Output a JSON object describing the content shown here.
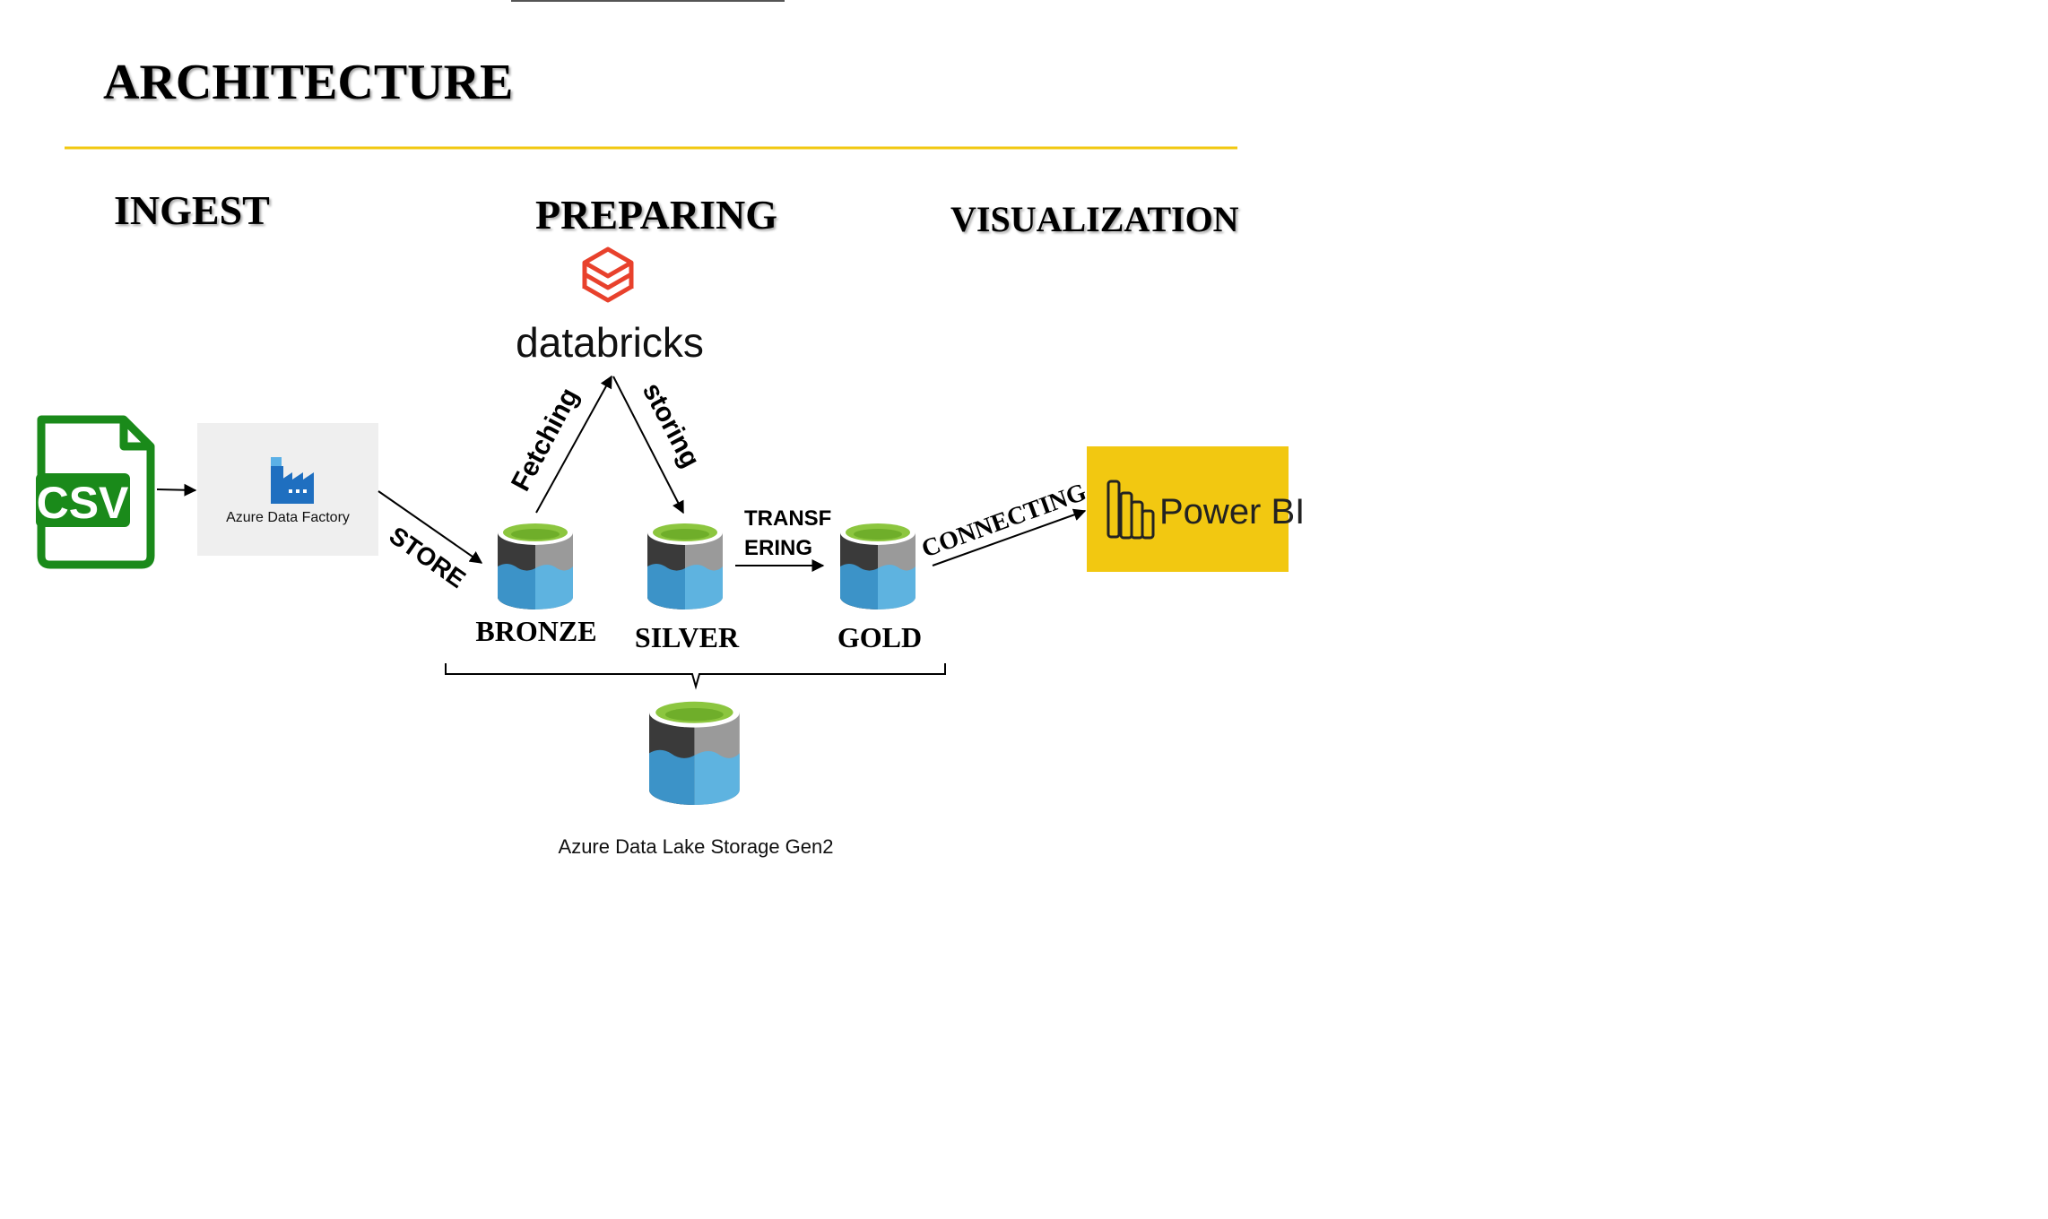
{
  "title": "ARCHITECTURE",
  "colors": {
    "divider": "#f2c811",
    "csv_green": "#1a8a1a",
    "databricks_red": "#e8412c",
    "powerbi_bg": "#f2c811",
    "adls_green": "#8cc63f",
    "adls_dark": "#3a3a3a",
    "adls_grey": "#9a9a9a",
    "adls_blue_dark": "#3c93c8",
    "adls_blue_light": "#5eb3e0",
    "adf_bg": "#efefef",
    "adf_blue": "#1f6fc0"
  },
  "sections": {
    "ingest": "INGEST",
    "preparing": "PREPARING",
    "visualization": "VISUALIZATION"
  },
  "nodes": {
    "csv": {
      "label": "CSV",
      "icon": "csv-file-icon"
    },
    "adf": {
      "label": "Azure Data Factory",
      "icon": "factory-icon"
    },
    "databricks": {
      "label": "databricks",
      "icon": "databricks-layers-icon"
    },
    "bronze": {
      "label": "BRONZE",
      "icon": "storage-cylinder-icon"
    },
    "silver": {
      "label": "SILVER",
      "icon": "storage-cylinder-icon"
    },
    "gold": {
      "label": "GOLD",
      "icon": "storage-cylinder-icon"
    },
    "adls": {
      "label": "Azure Data Lake Storage Gen2",
      "icon": "storage-cylinder-icon"
    },
    "powerbi": {
      "label": "Power BI",
      "icon": "powerbi-bars-icon"
    }
  },
  "edges": {
    "store": "STORE",
    "fetching": "Fetching",
    "storing": "storing",
    "transforming_line1": "TRANSF",
    "transforming_line2": "ERING",
    "connecting": "CONNECTING"
  }
}
